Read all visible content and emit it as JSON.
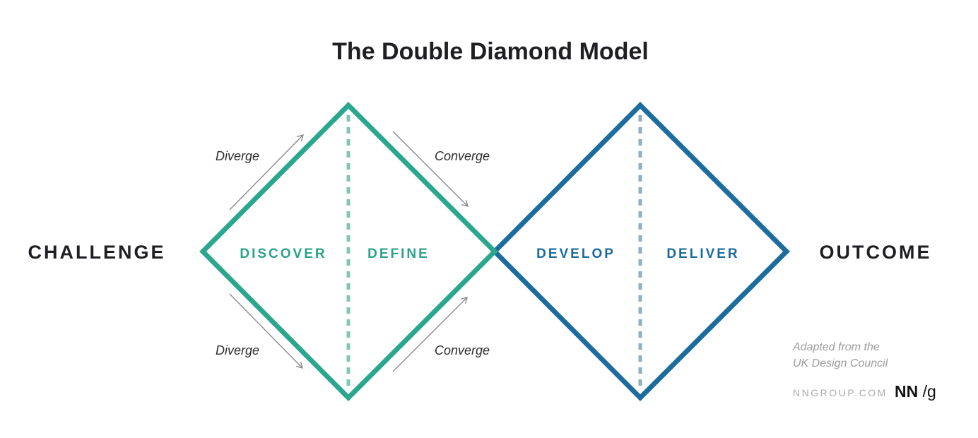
{
  "title": "The Double Diamond Model",
  "endpoints": {
    "left": "CHALLENGE",
    "right": "OUTCOME"
  },
  "phases": {
    "discover": "DISCOVER",
    "define": "DEFINE",
    "develop": "DEVELOP",
    "deliver": "DELIVER"
  },
  "flow_labels": {
    "top_left": "Diverge",
    "top_right": "Converge",
    "bottom_left": "Diverge",
    "bottom_right": "Converge"
  },
  "attribution": {
    "line1": "Adapted from the",
    "line2": "UK Design Council"
  },
  "branding": {
    "site": "NNGROUP.COM",
    "logo_nn": "NN",
    "logo_slash_g": "/g"
  },
  "colors": {
    "teal": "#2BA78D",
    "teal_text": "#2AA28A",
    "teal_dash": "#7FC6B4",
    "blue": "#1C6C9F",
    "blue_text": "#1B6A9E",
    "blue_dash": "#8FAEC1",
    "ink": "#1F1F23",
    "flow_text": "#2D2D2D",
    "arrow": "#8A8A8A",
    "attribution_gray": "#9C9C9C",
    "branding_gray": "#ACACAC",
    "logo_black": "#141414"
  }
}
